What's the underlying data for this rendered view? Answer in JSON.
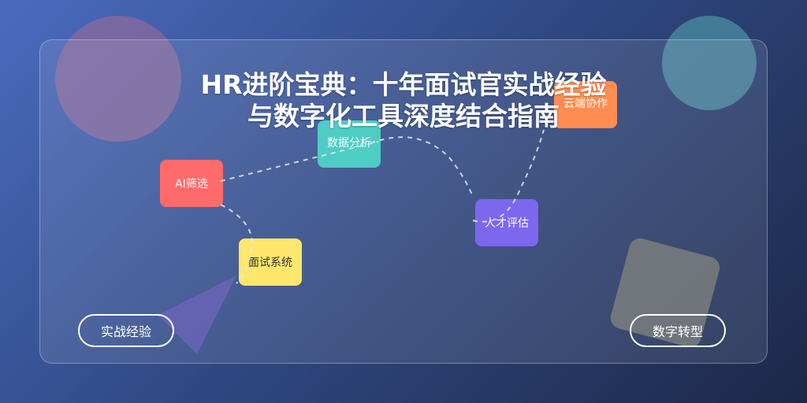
{
  "title": {
    "line1": "HR进阶宝典：十年面试官实战经验",
    "line2": "与数字化工具深度结合指南"
  },
  "cards": [
    {
      "label": "AI筛选",
      "color": "#ff6b6b"
    },
    {
      "label": "数据分析",
      "color": "#4ecdc4"
    },
    {
      "label": "面试系统",
      "color": "#ffe66d"
    },
    {
      "label": "人才评估",
      "color": "#7b68ee"
    },
    {
      "label": "云端协作",
      "color": "#ff8c52"
    }
  ],
  "tags": {
    "left": "实战经验",
    "right": "数字转型"
  }
}
